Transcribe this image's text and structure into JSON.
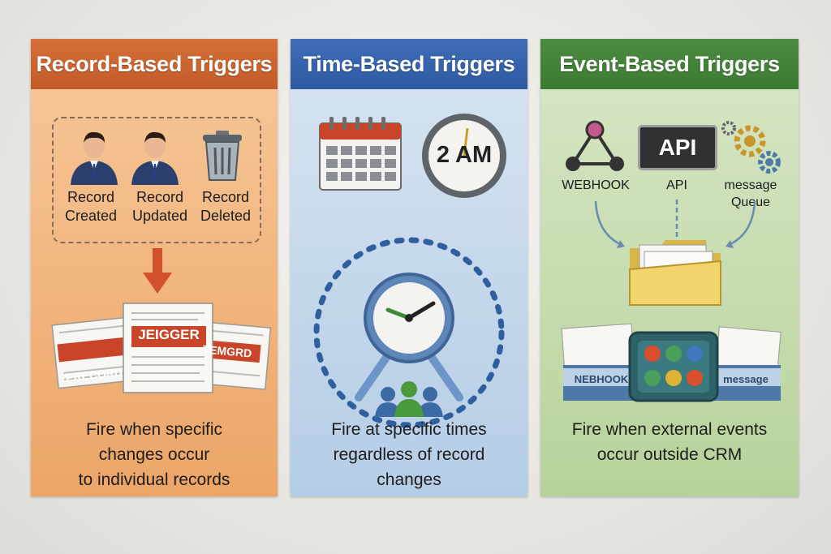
{
  "panels": [
    {
      "title": "Record-Based Triggers",
      "color": "#c15a27",
      "items": [
        {
          "line1": "Record",
          "line2": "Created",
          "icon": "person-icon"
        },
        {
          "line1": "Record",
          "line2": "Updated",
          "icon": "person-icon"
        },
        {
          "line1": "Record",
          "line2": "Deleted",
          "icon": "trash-icon"
        }
      ],
      "doc_labels": [
        "PRECORD",
        "JEIGGER",
        "TEMGRD"
      ],
      "description": [
        "Fire when specific",
        "changes occur",
        "to individual records"
      ]
    },
    {
      "title": "Time-Based Triggers",
      "color": "#2d5aa3",
      "clock_label": "2 AM",
      "description": [
        "Fire at specific times",
        "regardless of record",
        "changes"
      ]
    },
    {
      "title": "Event-Based Triggers",
      "color": "#3b7a31",
      "api_badge": "API",
      "sources": [
        {
          "label": "WEBHOOK"
        },
        {
          "label": "API"
        },
        {
          "label": "message Queue"
        }
      ],
      "box_labels": [
        "NEBHOOK",
        "message"
      ],
      "description": [
        "Fire when external events",
        "occur outside CRM"
      ]
    }
  ]
}
